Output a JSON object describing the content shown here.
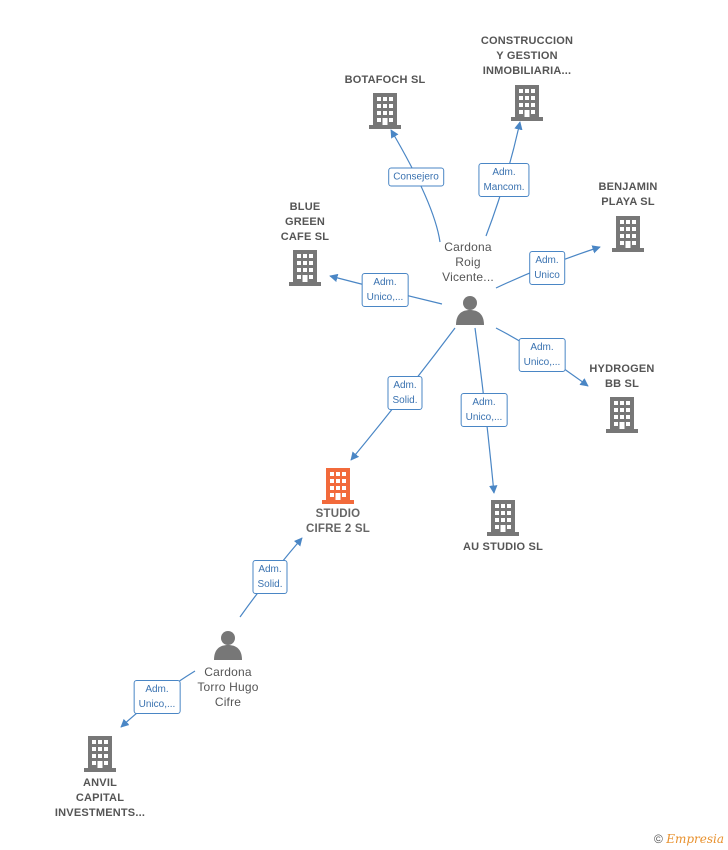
{
  "nodes": [
    {
      "id": "botafoch",
      "kind": "company",
      "lines": [
        "BOTAFOCH SL"
      ]
    },
    {
      "id": "construccion",
      "kind": "company",
      "lines": [
        "CONSTRUCCION",
        "Y GESTION",
        "INMOBILIARIA..."
      ]
    },
    {
      "id": "benjamin",
      "kind": "company",
      "lines": [
        "BENJAMIN",
        "PLAYA  SL"
      ]
    },
    {
      "id": "bluegreen",
      "kind": "company",
      "lines": [
        "BLUE",
        "GREEN",
        "CAFE  SL"
      ]
    },
    {
      "id": "hydrogen",
      "kind": "company",
      "lines": [
        "HYDROGEN",
        "BB  SL"
      ]
    },
    {
      "id": "austudio",
      "kind": "company",
      "lines": [
        "AU STUDIO SL"
      ]
    },
    {
      "id": "studio",
      "kind": "focus",
      "lines": [
        "STUDIO",
        "CIFRE 2  SL"
      ]
    },
    {
      "id": "anvil",
      "kind": "company",
      "lines": [
        "ANVIL",
        "CAPITAL",
        "INVESTMENTS..."
      ]
    },
    {
      "id": "cardona_roig",
      "kind": "person",
      "lines": [
        "Cardona",
        "Roig",
        "Vicente..."
      ]
    },
    {
      "id": "cardona_torro",
      "kind": "person",
      "lines": [
        "Cardona",
        "Torro Hugo",
        "Cifre"
      ]
    }
  ],
  "edges": [
    {
      "from": "cardona_roig",
      "to": "botafoch",
      "lines": [
        "Consejero"
      ]
    },
    {
      "from": "cardona_roig",
      "to": "construccion",
      "lines": [
        "Adm.",
        "Mancom."
      ]
    },
    {
      "from": "cardona_roig",
      "to": "benjamin",
      "lines": [
        "Adm.",
        "Unico"
      ]
    },
    {
      "from": "cardona_roig",
      "to": "bluegreen",
      "lines": [
        "Adm.",
        "Unico,..."
      ]
    },
    {
      "from": "cardona_roig",
      "to": "hydrogen",
      "lines": [
        "Adm.",
        "Unico,..."
      ]
    },
    {
      "from": "cardona_roig",
      "to": "austudio",
      "lines": [
        "Adm.",
        "Unico,..."
      ]
    },
    {
      "from": "cardona_roig",
      "to": "studio",
      "lines": [
        "Adm.",
        "Solid."
      ]
    },
    {
      "from": "cardona_torro",
      "to": "studio",
      "lines": [
        "Adm.",
        "Solid."
      ]
    },
    {
      "from": "cardona_torro",
      "to": "anvil",
      "lines": [
        "Adm.",
        "Unico,..."
      ]
    }
  ],
  "colors": {
    "edge": "#4a86c5",
    "company_icon": "#777777",
    "focus_icon": "#f26a3b",
    "person_icon": "#777777",
    "label_text": "#555555"
  },
  "watermark": {
    "copyright": "©",
    "brand": "Empresia"
  }
}
